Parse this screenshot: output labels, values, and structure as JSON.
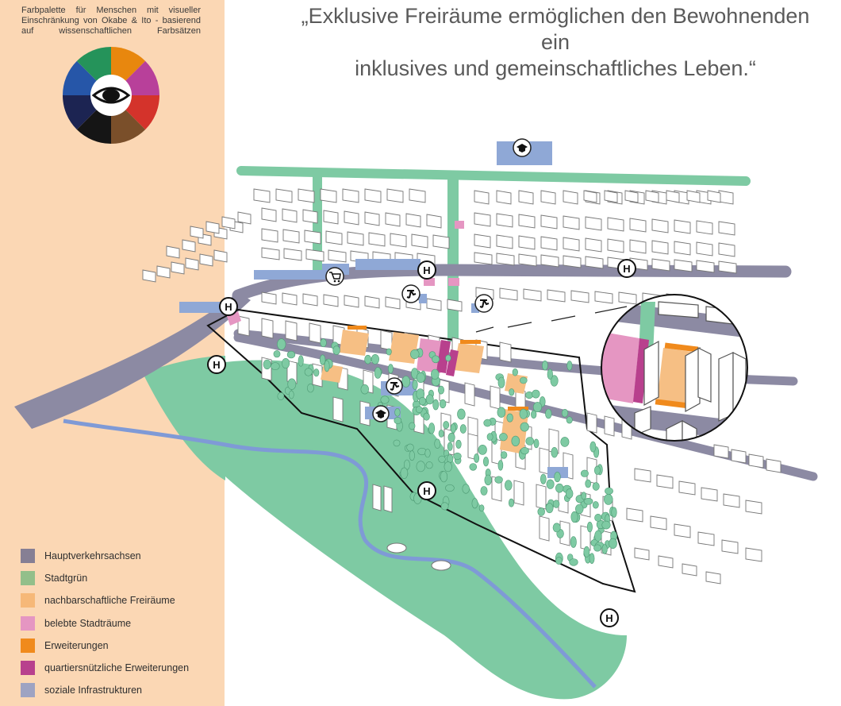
{
  "palette_note": {
    "lines": [
      "Farbpalette für Menschen mit visueller",
      "Einschränkung von Okabe & Ito - basierend",
      "auf wissenschaftlichen Farbsätzen"
    ]
  },
  "color_wheel": {
    "icon": "eye-icon",
    "segments": [
      "#e8870e",
      "#b8409a",
      "#d4332b",
      "#7a4f2a",
      "#151515",
      "#1c2452",
      "#2656a8",
      "#25935a"
    ]
  },
  "quote": {
    "line1": "„Exklusive Freiräume ermöglichen den Bewohnenden ein",
    "line2": "inklusives und gemeinschaftliches Leben.“"
  },
  "legend": [
    {
      "label": "Hauptverkehrsachsen",
      "color": "#867f94"
    },
    {
      "label": "Stadtgrün",
      "color": "#93bf8a"
    },
    {
      "label": "nachbarschaftliche Freiräume",
      "color": "#f6b878"
    },
    {
      "label": "belebte Stadträume",
      "color": "#e596c2"
    },
    {
      "label": "Erweiterungen",
      "color": "#f08a1c"
    },
    {
      "label": "quartiersnützliche Erweiterungen",
      "color": "#b8408d"
    },
    {
      "label": "soziale Infrastrukturen",
      "color": "#9ea3c2"
    }
  ],
  "map": {
    "colors": {
      "road": "#8c8aa3",
      "green": "#7ecaa3",
      "river": "#7f9ad6",
      "freiraum": "#f6bf84",
      "belebt": "#e596c2",
      "erweiterung": "#f08a1c",
      "quartier": "#b8408d",
      "sozial": "#8fa8d6",
      "building": "#ffffff",
      "building_stroke": "#777777"
    },
    "stop_symbol": "H",
    "icons": [
      "graduation-cap-icon",
      "shopping-cart-icon",
      "figure-icon",
      "figure-icon",
      "figure-icon",
      "graduation-cap-icon"
    ]
  }
}
